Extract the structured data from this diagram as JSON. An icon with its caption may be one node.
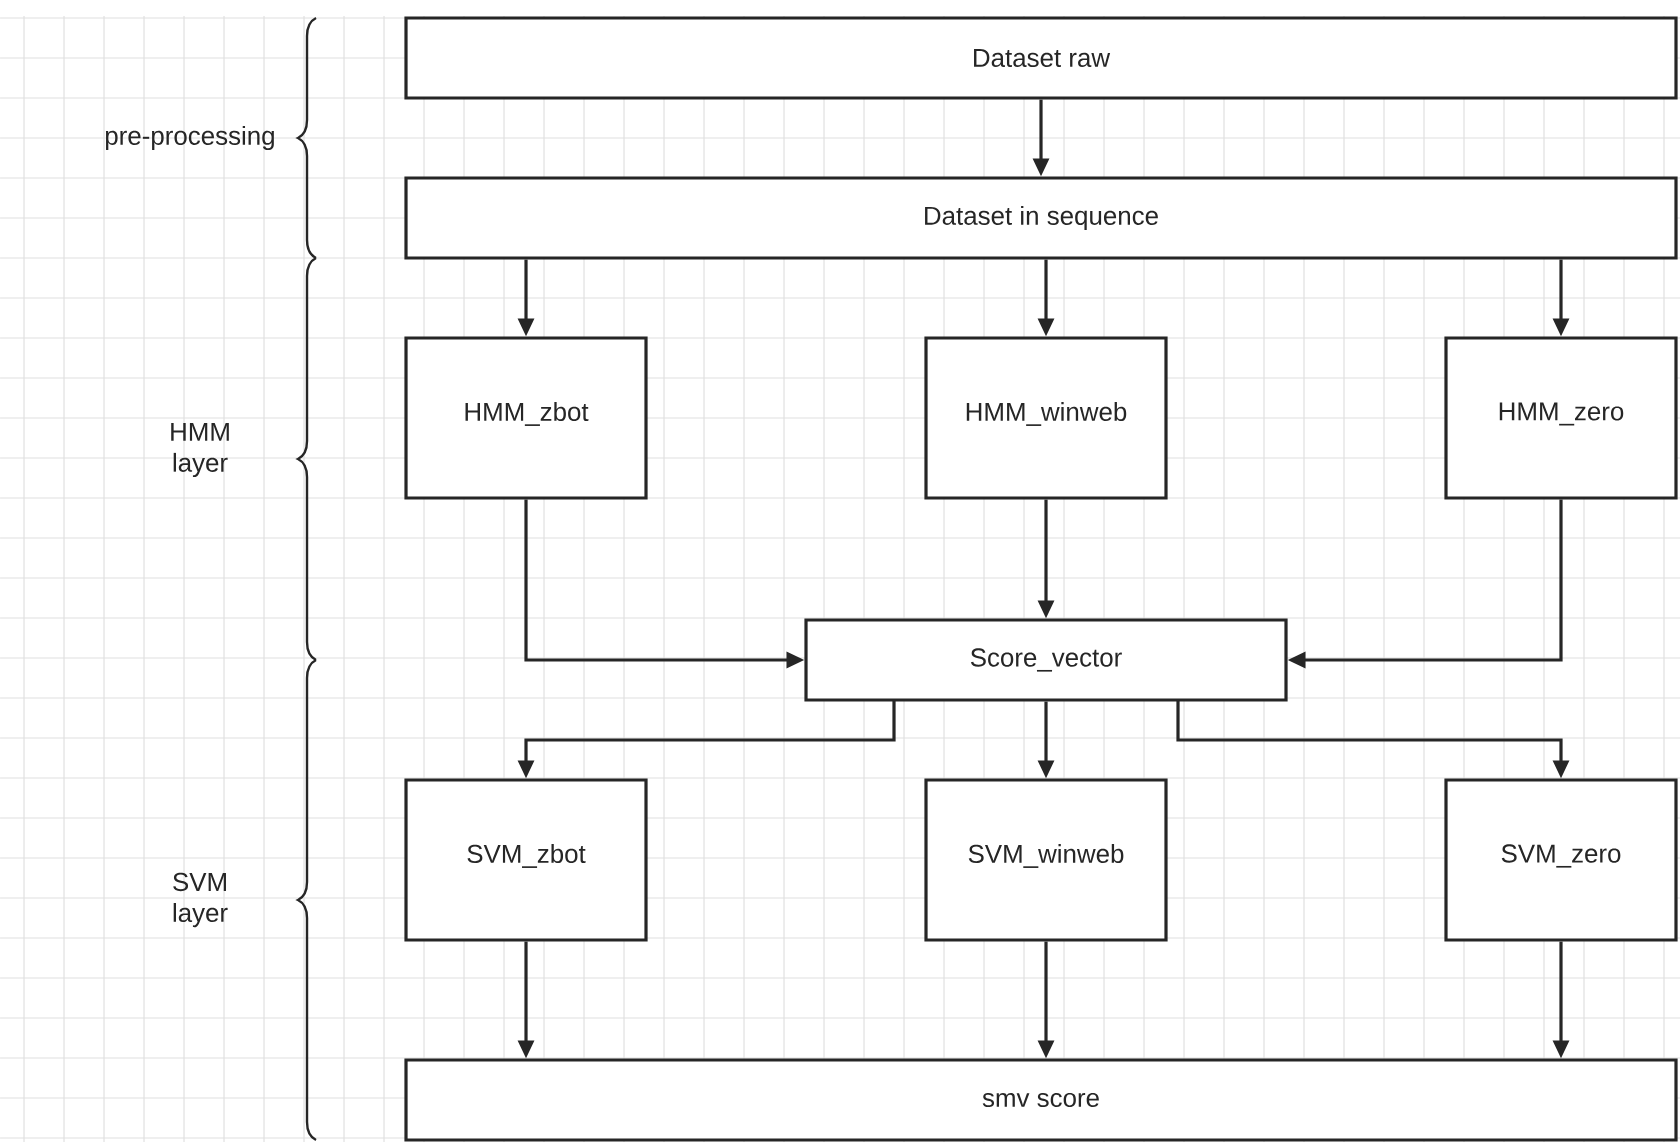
{
  "diagram": {
    "nodes": [
      {
        "text": [
          "Dataset raw"
        ]
      },
      {
        "text": [
          "Dataset in sequence"
        ]
      },
      {
        "text": [
          "HMM_zbot"
        ]
      },
      {
        "text": [
          "HMM_winweb"
        ]
      },
      {
        "text": [
          "HMM_zero"
        ]
      },
      {
        "text": [
          "Score_vector"
        ]
      },
      {
        "text": [
          "SVM_zbot"
        ]
      },
      {
        "text": [
          "SVM_winweb"
        ]
      },
      {
        "text": [
          "SVM_zero"
        ]
      },
      {
        "text": [
          "smv score"
        ]
      }
    ],
    "edges": [
      {
        "from": 0,
        "to": 1,
        "arrow": "to"
      },
      {
        "from": 1,
        "to": 2,
        "arrow": "to"
      },
      {
        "from": 1,
        "to": 3,
        "arrow": "to"
      },
      {
        "from": 1,
        "to": 4,
        "arrow": "to"
      },
      {
        "from": 2,
        "to": 5,
        "arrow": "to"
      },
      {
        "from": 3,
        "to": 5,
        "arrow": "to"
      },
      {
        "from": 4,
        "to": 5,
        "arrow": "to"
      },
      {
        "from": 5,
        "to": 6,
        "arrow": "to"
      },
      {
        "from": 5,
        "to": 7,
        "arrow": "to"
      },
      {
        "from": 5,
        "to": 8,
        "arrow": "to"
      },
      {
        "from": 6,
        "to": 9,
        "arrow": "to"
      },
      {
        "from": 7,
        "to": 9,
        "arrow": "to"
      },
      {
        "from": 8,
        "to": 9,
        "arrow": "to"
      }
    ],
    "labels": [
      "pre-processing",
      "HMM layer",
      "SVM layer"
    ]
  }
}
